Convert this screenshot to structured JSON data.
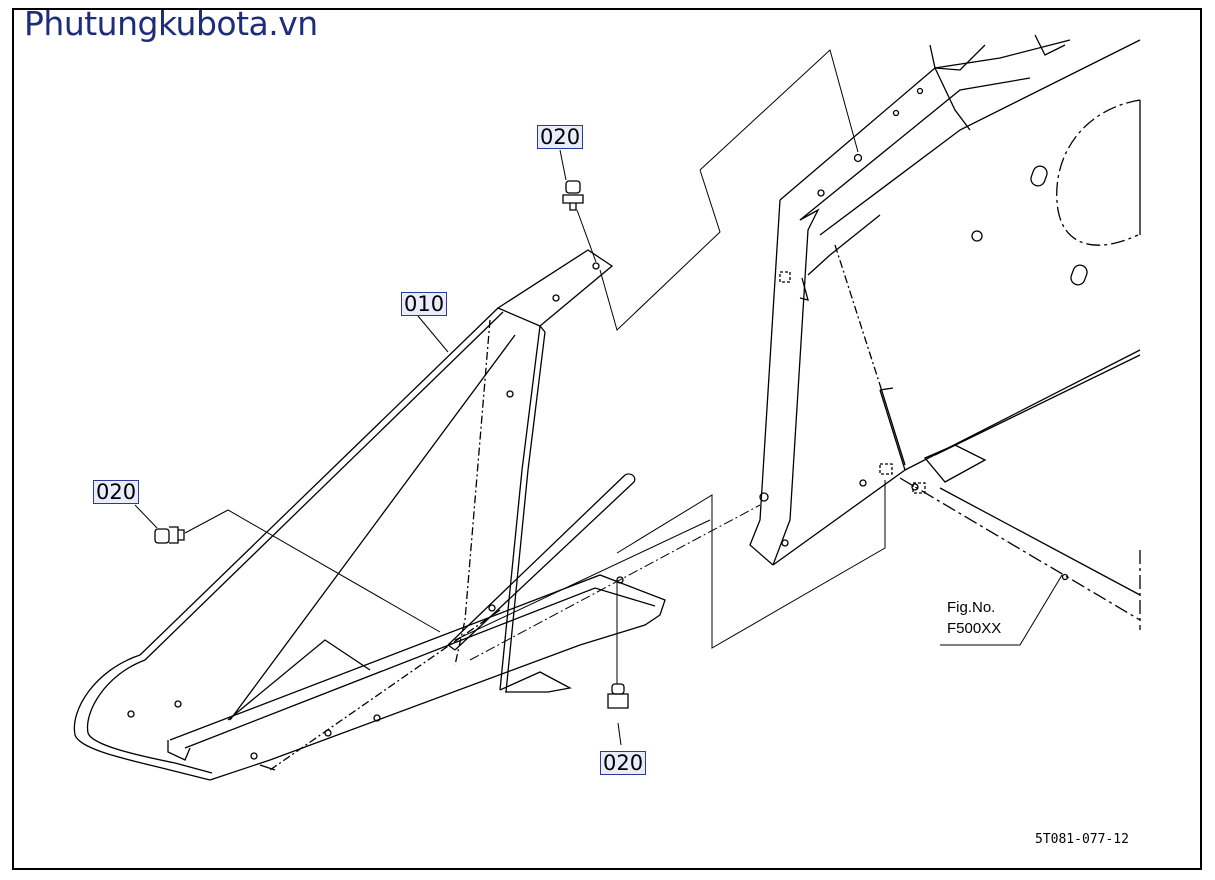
{
  "brand": {
    "text": "Phutungkubota.vn",
    "color": "#1d2d7a"
  },
  "callouts": [
    {
      "id": "020-top",
      "label": "020"
    },
    {
      "id": "010",
      "label": "010"
    },
    {
      "id": "020-left",
      "label": "020"
    },
    {
      "id": "020-bottom",
      "label": "020"
    }
  ],
  "fig_ref": {
    "line1": "Fig.No.",
    "line2": "F500XX"
  },
  "drawing_code": "5T081-077-12"
}
